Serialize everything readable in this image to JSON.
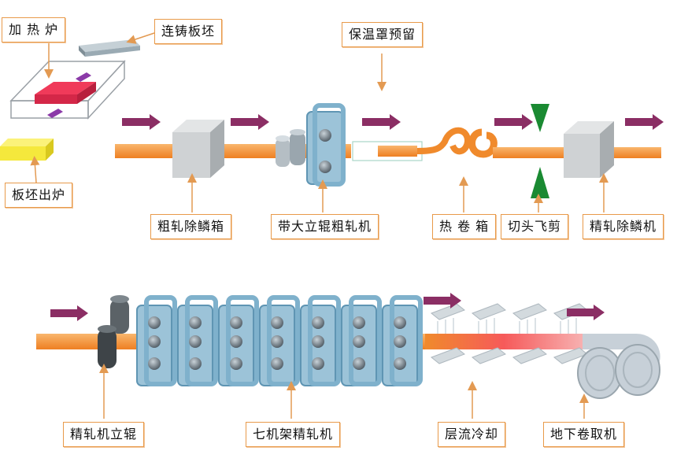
{
  "colors": {
    "strip": "#f08a2c",
    "strip_light": "#f7b369",
    "arrow": "#8b2e64",
    "label_border": "#e89a4a",
    "leader": "#e39a52",
    "stand": "#7fb1cc",
    "roll": "#5f6b75",
    "cutter": "#1a8a32",
    "descaler": "#cfd2d4",
    "slab_gray": "#9aaab3",
    "slab_yellow": "#f5e83c",
    "hot_slab": "#f03a5a",
    "cooling": "#bfc8cf",
    "coil": "#c7d0d8"
  },
  "labels": {
    "furnace": "加 热 炉",
    "slab": "连铸板坯",
    "slab_out": "板坯出炉",
    "insulation_cover": "保温罩预留",
    "rough_descale": "粗轧除鳞箱",
    "rough_mill": "带大立辊粗轧机",
    "coil_box": "热 卷 箱",
    "crop_shear": "切头飞剪",
    "finish_descale": "精轧除鳞机",
    "finish_edger": "精轧机立辊",
    "finish_mill": "七机架精轧机",
    "laminar_cooling": "层流冷却",
    "downcoiler": "地下卷取机"
  },
  "icons": {
    "flow_arrow": "flow-arrow-icon",
    "stand": "mill-stand-icon",
    "cutter": "shear-blade-icon",
    "coil": "coil-icon"
  }
}
